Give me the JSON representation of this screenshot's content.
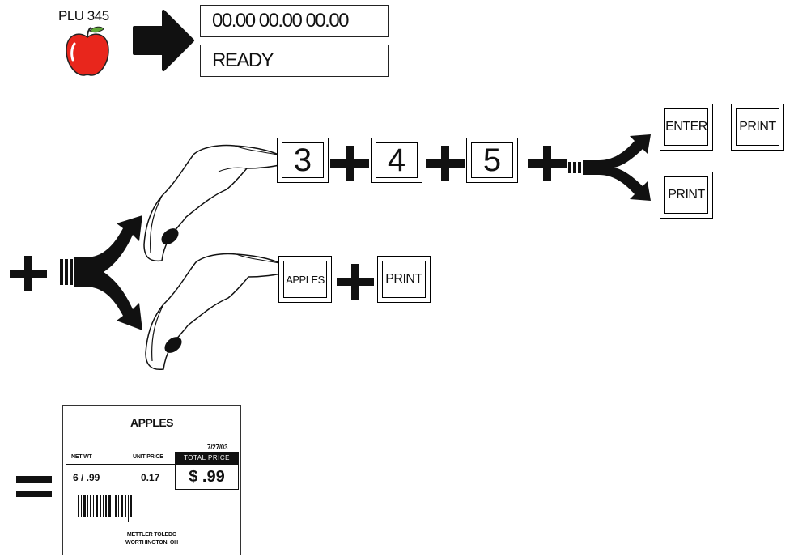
{
  "plu": {
    "label": "PLU 345",
    "icon": "apple-icon"
  },
  "display": {
    "line1": "00.00   00.00   00.00",
    "line2": "READY"
  },
  "sequence_top": {
    "digit_keys": [
      "3",
      "4",
      "5"
    ],
    "branch_a": [
      "ENTER",
      "PRINT"
    ],
    "branch_b": [
      "PRINT"
    ]
  },
  "sequence_bottom": {
    "preset_key": "APPLES",
    "print_key": "PRINT"
  },
  "label": {
    "title": "APPLES",
    "date": "7/27/03",
    "net_wt_header": "NET WT",
    "unit_price_header": "UNIT PRICE",
    "total_price_header": "TOTAL PRICE",
    "net_wt_value": "6 / .99",
    "unit_price_value": "0.17",
    "total_price_value": "$ .99",
    "footer_line1": "METTLER TOLEDO",
    "footer_line2": "WORTHINGTON, OH"
  },
  "colors": {
    "apple_red": "#e8261c",
    "leaf_green": "#5fa83a",
    "ink": "#111111"
  }
}
